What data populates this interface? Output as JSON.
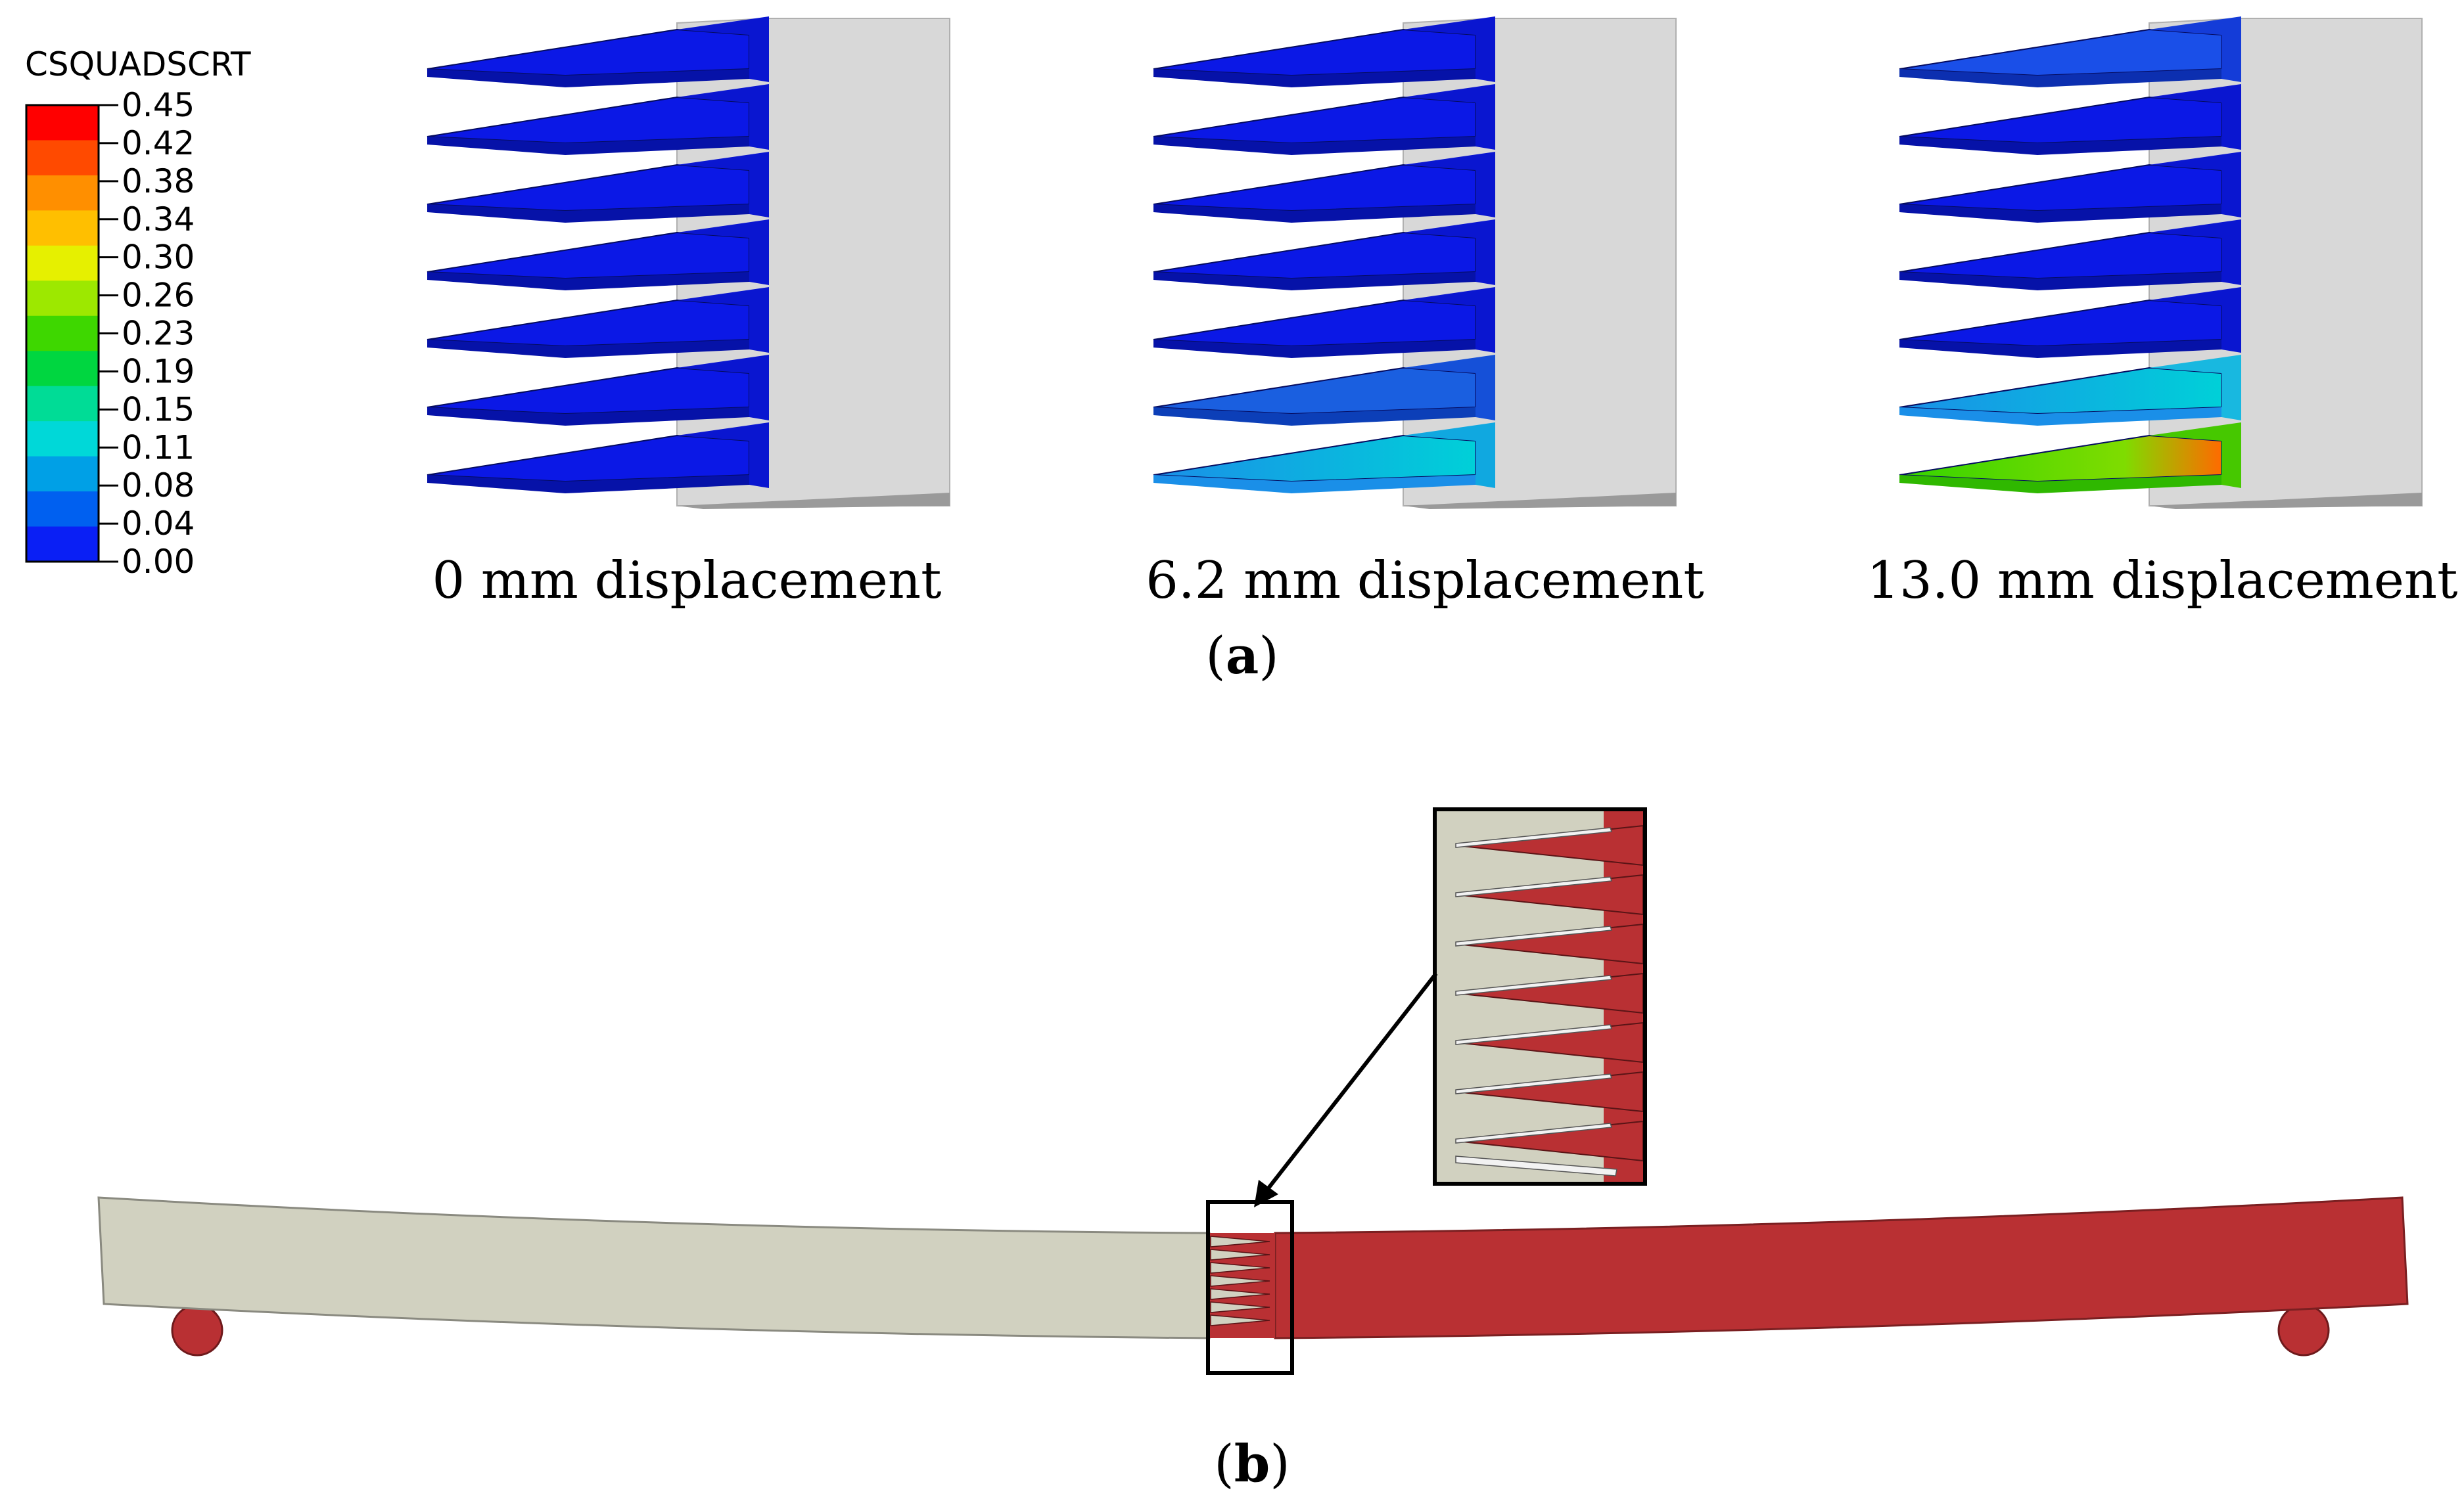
{
  "legend": {
    "title": "CSQUADSCRT",
    "values": [
      "0.45",
      "0.42",
      "0.38",
      "0.34",
      "0.30",
      "0.26",
      "0.23",
      "0.19",
      "0.15",
      "0.11",
      "0.08",
      "0.04",
      "0.00"
    ],
    "colors": [
      "#ff0000",
      "#ff4a00",
      "#ff8f00",
      "#ffbf00",
      "#e6f000",
      "#9de800",
      "#3ed700",
      "#00d640",
      "#00dc96",
      "#00d8d8",
      "#00a0e6",
      "#0060f0",
      "#0a1ff5"
    ]
  },
  "panel_a": {
    "panels": [
      {
        "caption": "0 mm displacement"
      },
      {
        "caption": "6.2 mm displacement"
      },
      {
        "caption": "13.0 mm displacement"
      }
    ],
    "label_open": "(",
    "label_letter": "a",
    "label_close": ")"
  },
  "panel_b": {
    "label_open": "(",
    "label_letter": "b",
    "label_close": ")"
  },
  "colors": {
    "beam_left": "#d1d1c0",
    "beam_right": "#b93033",
    "gray_body": "#d8d8d8",
    "blue_tooth": "#0b18e6",
    "blue_shadow": "#0612a8"
  }
}
